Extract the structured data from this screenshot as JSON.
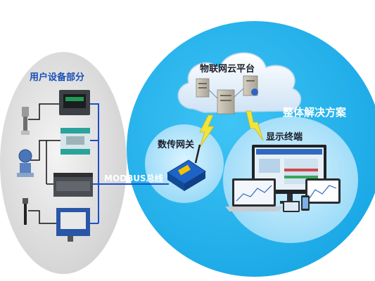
{
  "labels": {
    "user_devices": "用户设备部分",
    "cloud_platform": "物联网云平台",
    "overall_solution": "整体解决方案",
    "gateway": "数传网关",
    "display_terminal": "显示终端",
    "bus": "MODBUS总线"
  },
  "colors": {
    "big_circle": "#2fb5ec",
    "gray_oval": "#e3e3e3",
    "wire": "#1e4fc8",
    "lightning": "#f1e43a",
    "cloud": "#e9f2fb"
  }
}
